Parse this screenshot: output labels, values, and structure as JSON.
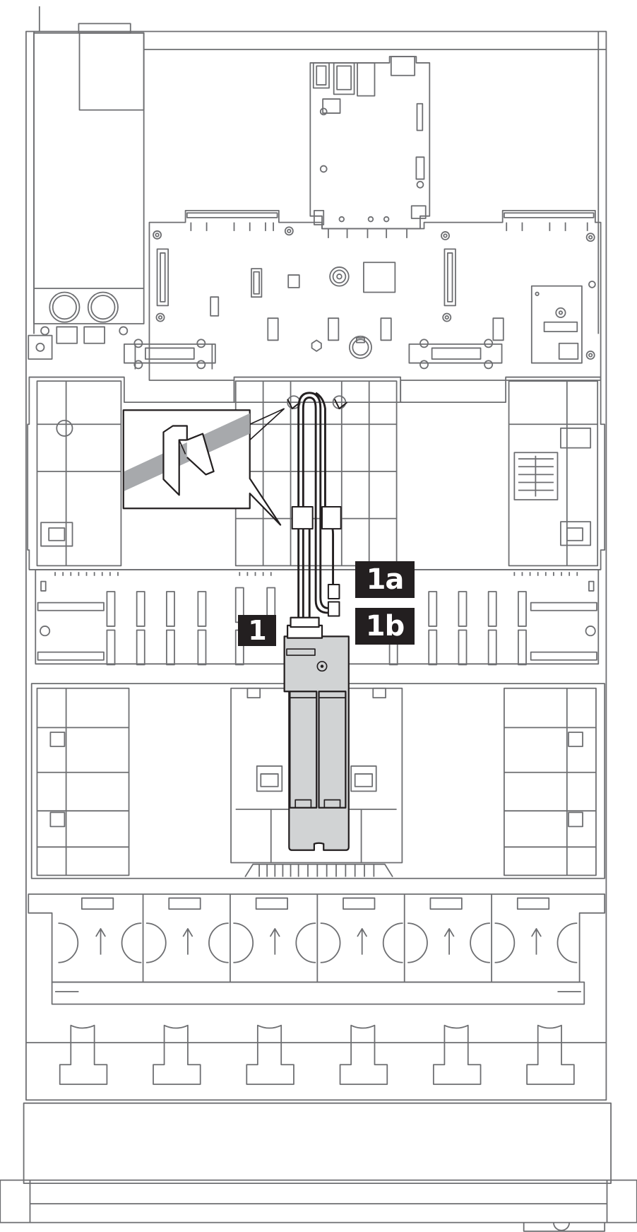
{
  "callouts": {
    "main": "1",
    "a": "1a",
    "b": "1b"
  },
  "colors": {
    "line": "#6d6e71",
    "dark": "#231f20",
    "board_fill": "#d1d3d4",
    "clip_band": "#a7a9ac"
  }
}
